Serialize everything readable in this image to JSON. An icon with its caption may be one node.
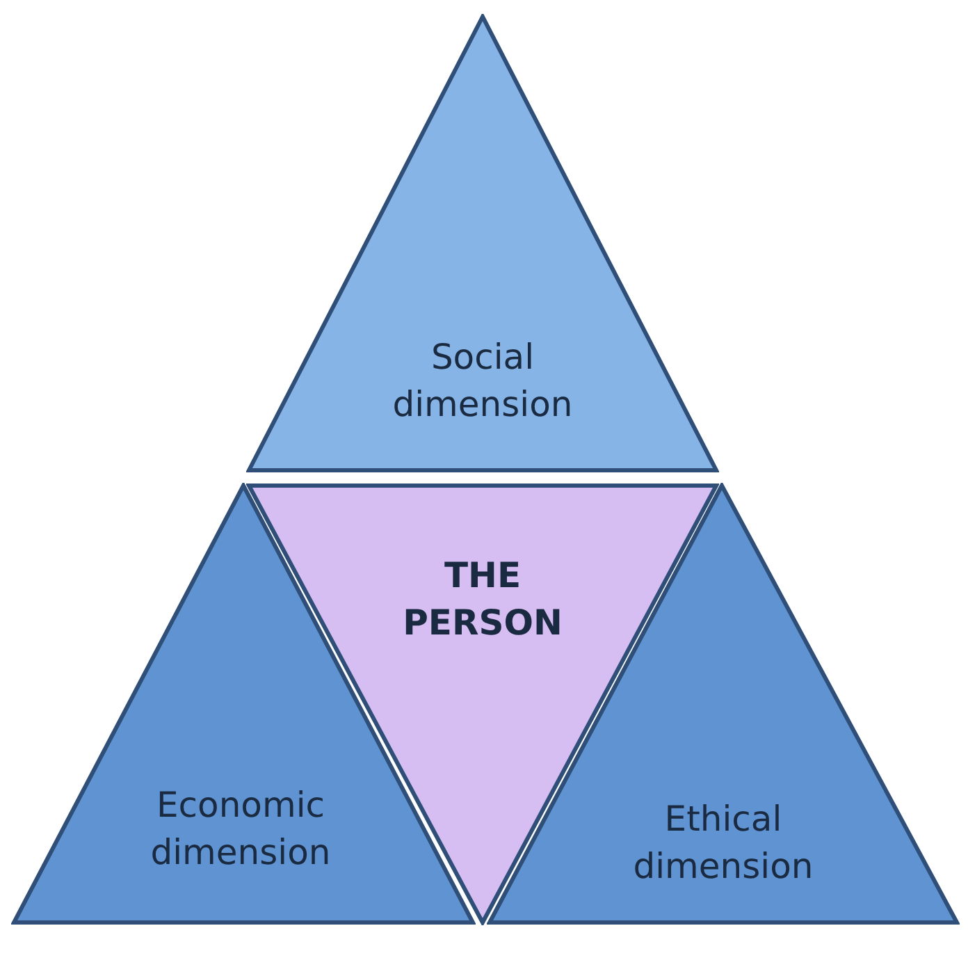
{
  "diagram": {
    "nodes": [
      {
        "text": [
          "Social dimension"
        ]
      },
      {
        "text": [
          "THE PERSON"
        ]
      },
      {
        "text": [
          "Economic dimension"
        ]
      },
      {
        "text": [
          "Ethical dimension"
        ]
      }
    ]
  }
}
